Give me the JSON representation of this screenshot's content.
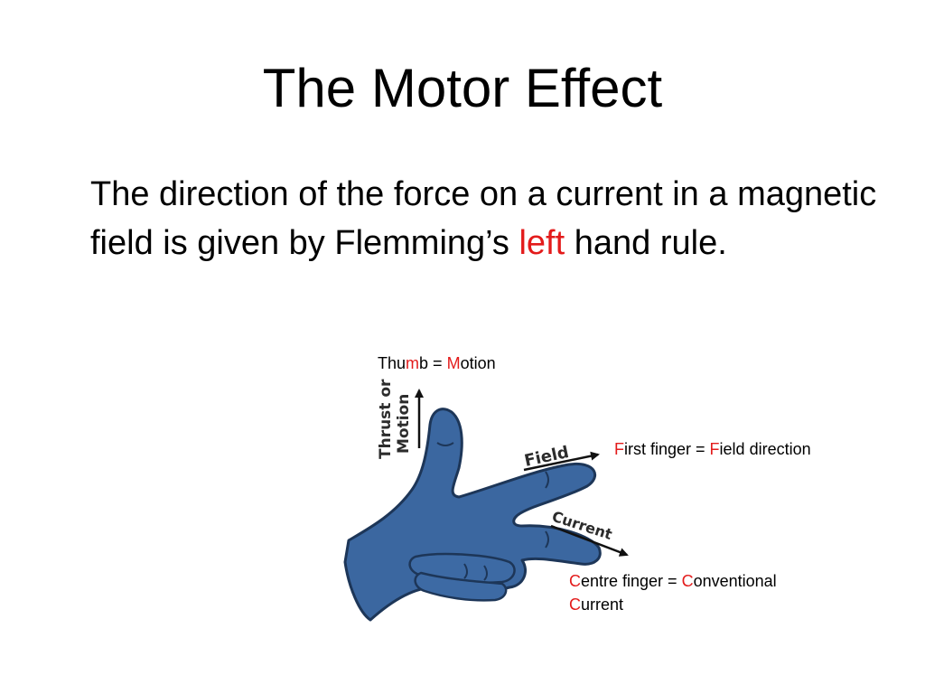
{
  "slide": {
    "title": "The Motor Effect",
    "body_before": "The direction of the force on a current in a magnetic field is given by Flemming’s ",
    "body_highlight": "left",
    "body_after": " hand rule."
  },
  "labels": {
    "thumb": {
      "pre": "Thu",
      "hl": "m",
      "mid": "b = ",
      "hl2": "M",
      "post": "otion"
    },
    "first": {
      "hl": "F",
      "mid": "irst finger = ",
      "hl2": "F",
      "post": "ield direction"
    },
    "centre": {
      "hl": "C",
      "mid": "entre finger = ",
      "hl2": "C",
      "post": "onventional",
      "line2_hl": "C",
      "line2_post": "urrent"
    }
  },
  "diagram": {
    "thumb_label_1": "Thrust or",
    "thumb_label_2": "Motion",
    "field_label": "Field",
    "current_label": "Current"
  },
  "colors": {
    "highlight": "#e31b1b",
    "hand": "#3b67a0",
    "hand_outline": "#1d3658"
  }
}
